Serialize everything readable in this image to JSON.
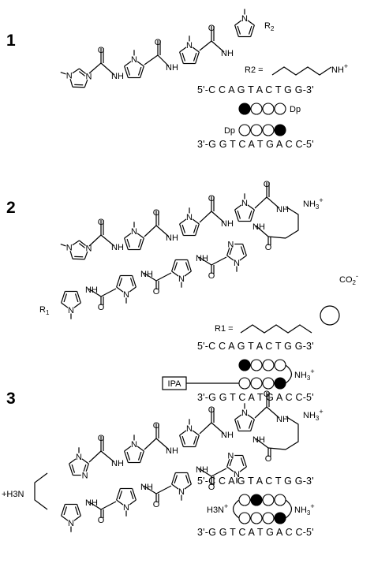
{
  "compounds": [
    {
      "number": "1",
      "r_group_label": "R",
      "r_group_subscript": "2",
      "r_group_equals": "=",
      "dna_top": "5'-C C A G T A C T G G-3'",
      "dna_bottom": "3'-G G T C A T G A C C-5'",
      "tail_label": "Dp"
    },
    {
      "number": "2",
      "r_group_label": "R",
      "r_group_subscript": "1",
      "r_group_equals": "=",
      "ammonium": "NH",
      "ammonium_sub": "3",
      "ammonium_charge": "+",
      "carboxylate": "CO",
      "carboxylate_sub": "2",
      "carboxylate_charge": "-",
      "dna_top": "5'-C C A G T A C T G G-3'",
      "dna_bottom": "3'-G G T C A T G A C C-5'",
      "tail_label": "IPA"
    },
    {
      "number": "3",
      "ammonium": "NH",
      "ammonium_sub": "3",
      "ammonium_charge": "+",
      "ammonium_left": "H",
      "ammonium_left_sub": "3",
      "ammonium_left_n": "N",
      "dna_top": "5'-C C A G T A C T G G-3'",
      "dna_bottom": "3'-G G T C A T G A C C-5'"
    }
  ],
  "atoms": {
    "nitrogen": "N",
    "nh": "NH",
    "h": "H",
    "oxygen": "O",
    "plus": "+"
  }
}
